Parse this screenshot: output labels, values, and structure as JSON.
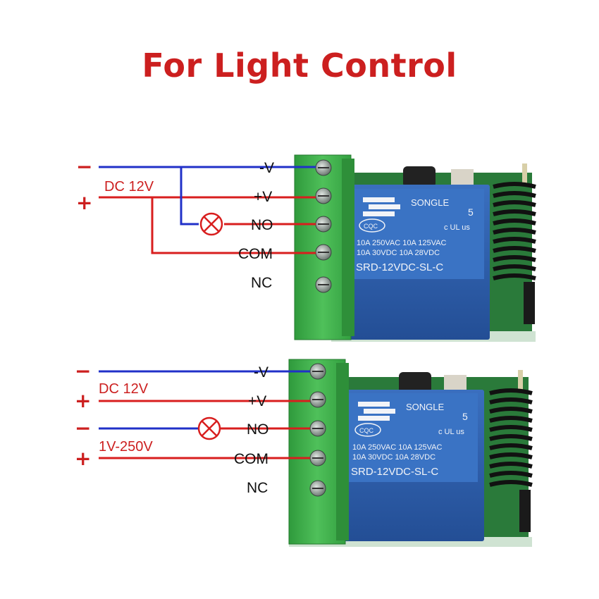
{
  "title": "For Light Control",
  "terminal_labels": [
    "-V",
    "+V",
    "NO",
    "COM",
    "NC"
  ],
  "diagram_top": {
    "minus_sign": "−",
    "plus_sign": "+",
    "supply_label": "DC 12V"
  },
  "diagram_bottom": {
    "minus_sign_1": "−",
    "plus_sign_1": "+",
    "supply_label_1": "DC 12V",
    "minus_sign_2": "−",
    "plus_sign_2": "+",
    "supply_label_2": "1V-250V"
  },
  "relay": {
    "brand": "SONGLE",
    "cert_left": "CQC",
    "cert_right": "c UL us",
    "number": "5",
    "rating_line_1": "10A 250VAC   10A 125VAC",
    "rating_line_2": "10A  30VDC   10A  28VDC",
    "model": "SRD-12VDC-SL-C"
  },
  "colors": {
    "wire_negative": "#2030c8",
    "wire_positive": "#d81e1e",
    "title": "#cc1f1f",
    "terminal_block": "#3fae4a",
    "relay_body": "#2d5fa8",
    "pcb": "#2a7a3a"
  },
  "icons": [
    "lamp-icon",
    "screw-icon",
    "antenna-coil-icon"
  ]
}
